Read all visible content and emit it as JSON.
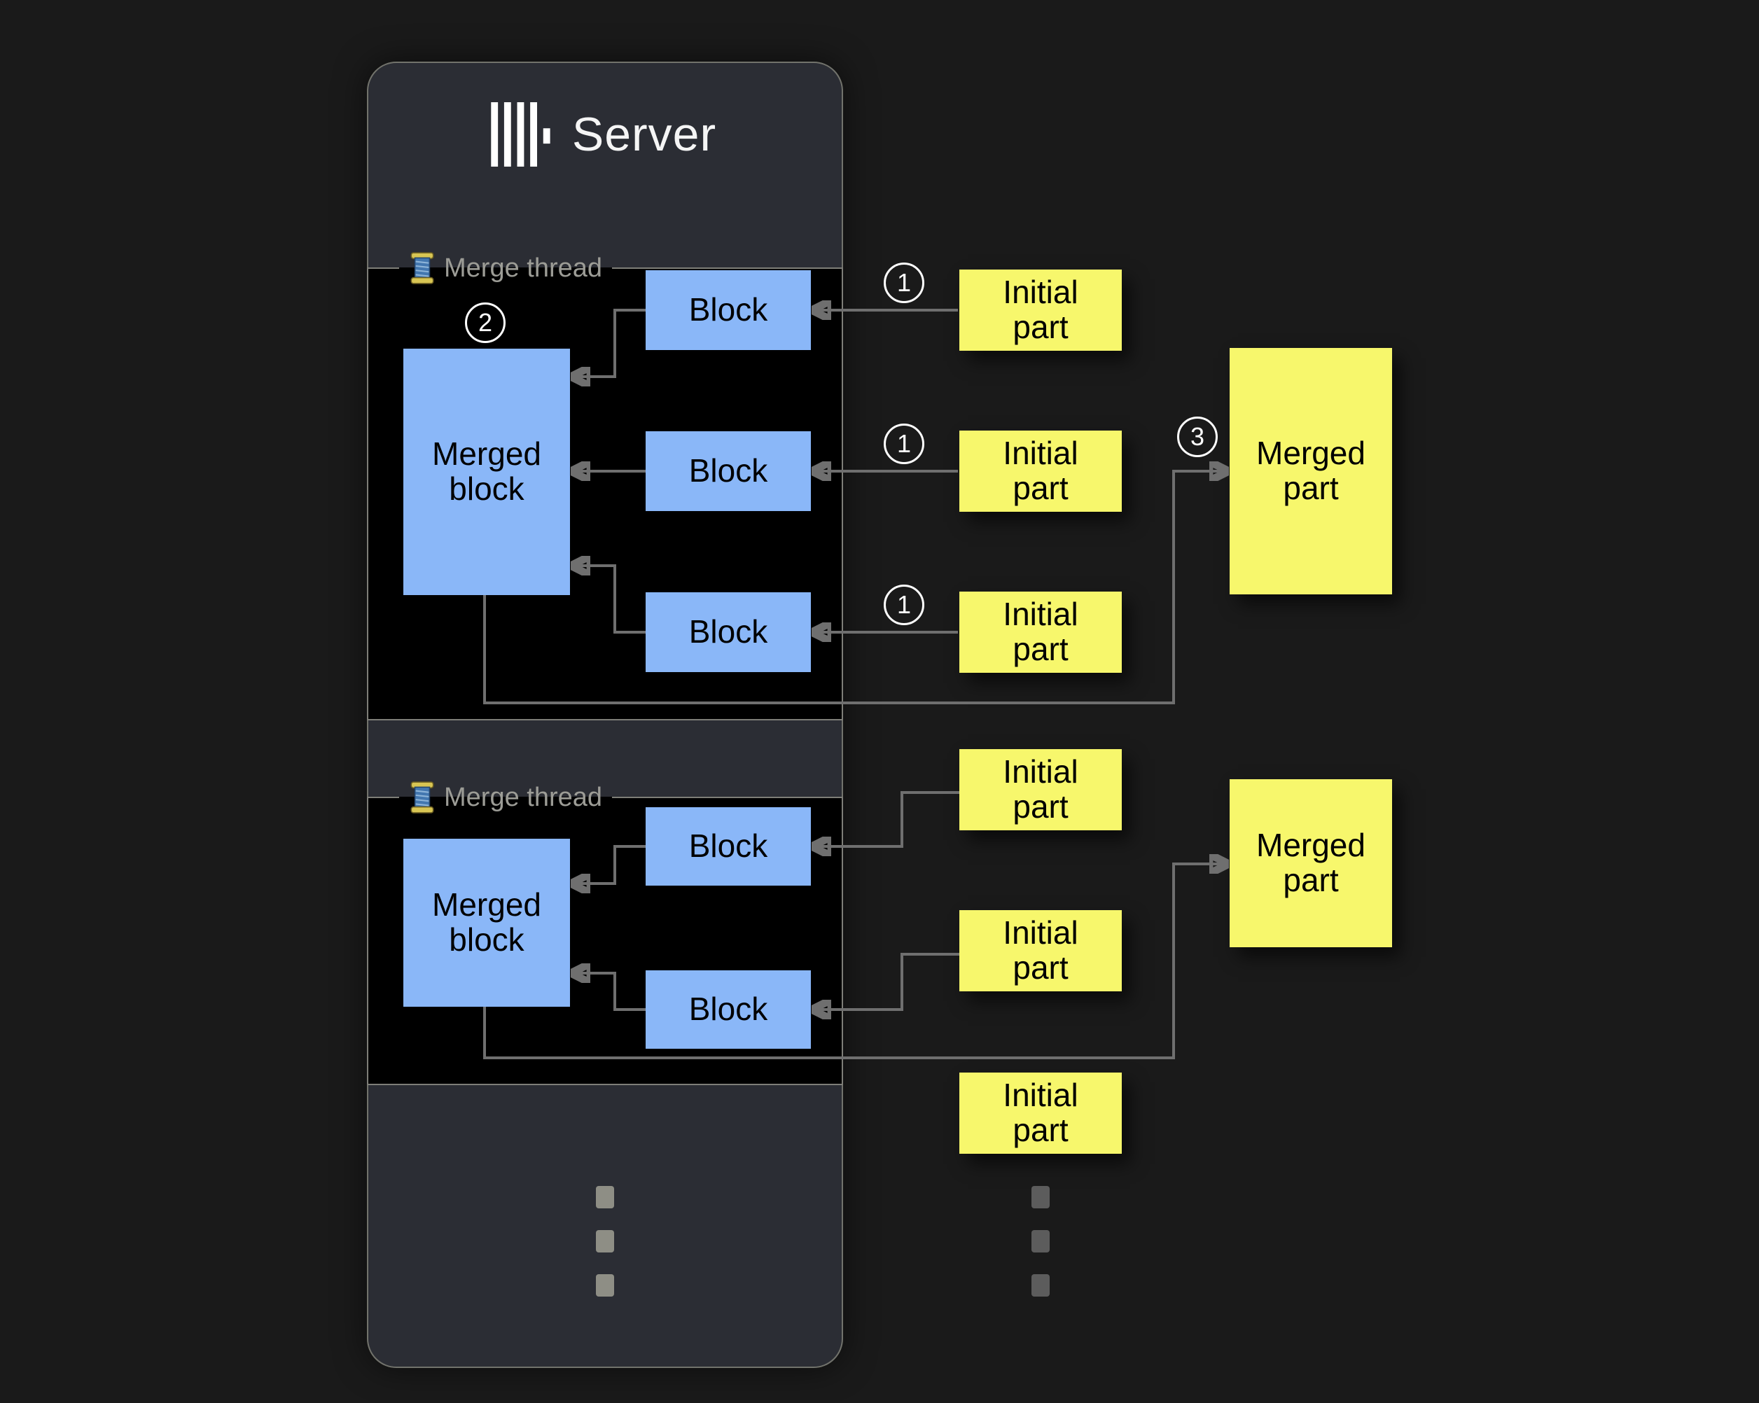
{
  "colors": {
    "background": "#1a1a1a",
    "panel": "#2b2d34",
    "section_background": "#000000",
    "section_border": "#7e7e78",
    "block_fill": "#8ab7f8",
    "note_fill": "#f7f76c",
    "line": "#6f6f6f",
    "label_text": "#9c9c96",
    "title_text": "#f5f5f5"
  },
  "server": {
    "title": "Server",
    "logo_icon": "clickhouse-bars-icon"
  },
  "sections": [
    {
      "label": "Merge thread",
      "icon": "thread-spool-icon",
      "step_badge": "2",
      "merged_block": {
        "label": "Merged block"
      },
      "blocks": [
        {
          "label": "Block"
        },
        {
          "label": "Block"
        },
        {
          "label": "Block"
        }
      ]
    },
    {
      "label": "Merge thread",
      "icon": "thread-spool-icon",
      "merged_block": {
        "label": "Merged block"
      },
      "blocks": [
        {
          "label": "Block"
        },
        {
          "label": "Block"
        }
      ]
    }
  ],
  "flow": {
    "row1": {
      "initial_parts": [
        {
          "badge": "1",
          "label": "Initial part"
        },
        {
          "badge": "1",
          "label": "Initial part"
        },
        {
          "badge": "1",
          "label": "Initial part"
        }
      ],
      "merged_part": {
        "badge": "3",
        "label": "Merged part"
      }
    },
    "row2": {
      "initial_parts": [
        {
          "label": "Initial part"
        },
        {
          "label": "Initial part"
        },
        {
          "label": "Initial part"
        }
      ],
      "merged_part": {
        "label": "Merged part"
      }
    }
  }
}
